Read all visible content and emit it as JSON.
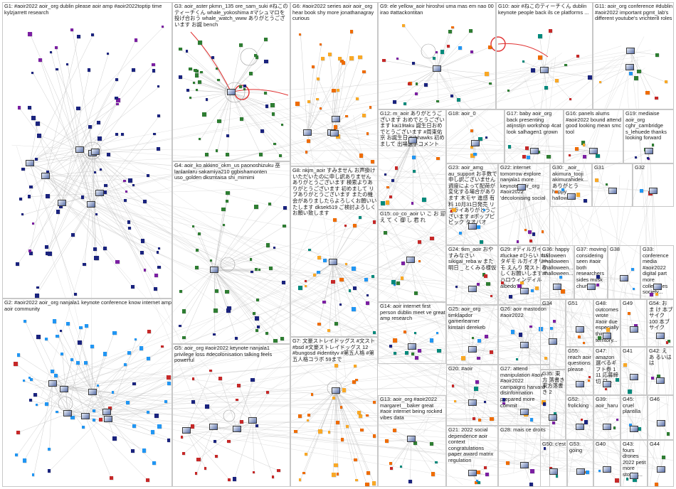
{
  "graph": {
    "colors": {
      "edge": "#b9b9b9",
      "highlight_edge": "#e03030",
      "cell_border": "#c8c8c8",
      "node_palette": [
        "#1a237e",
        "#2196f3",
        "#2e7d32",
        "#c62828",
        "#f9a825",
        "#7b1fa2",
        "#00897b",
        "#ef6c00"
      ]
    },
    "groups": [
      {
        "id": "G1",
        "label": "G1: #aoir2022 aoir_org dublin please aoir amp #aoir2022toptip time kylzjarrett research"
      },
      {
        "id": "G2",
        "label": "G2: #aoir2022 aoir_org nanjala1 keynote conference know internet amp aoir community"
      },
      {
        "id": "G3",
        "label": "G3: aoir_aster pkmn_135 ore_sam_suki #ねこのティーチくん whale_yokoshima #マシュマロを投げ合おう whale_watch_www ありがとうございます お誕 bench"
      },
      {
        "id": "G4",
        "label": "G4: aoir_ko akkino_okm_us paonoshizuku 巫 lanlanlaru sakamiya210 ggbishamonten uso_golden dksmtaisa shi_mimimi"
      },
      {
        "id": "G5",
        "label": "G5: aoir_org #aoir2022 keynote nanjala1 privilege loss #decolonisation talking feels powerful"
      },
      {
        "id": "G6",
        "label": "G6: #aoir2022 series aoir aoir_org hear book shy more jonathanagray curious"
      },
      {
        "id": "G7",
        "label": "G7: 文豪ストレイドッグス #文スト #bsd #文豪ストレイドッグス 12 #bungosd #identityv #第五人格 #第五人格コラボ 59まで"
      },
      {
        "id": "G8",
        "label": "G8: nkjm_aoir すみません お声掛けいただいたのに申し訳ありません ありがとうございます 検索よりありがとうございます 初めまして リプありがとうございます またの機会がありましたらよろしくお願いいたします dksek519 ご検討よろしくお願い致します"
      },
      {
        "id": "G9",
        "label": "G9: ele yellow_aoir hiroshxi uma mas em nao 00 irao #attackontitan"
      },
      {
        "id": "G10",
        "label": "G10: aoir #ねこのティーチくん dublin keynote people back ils ce platforms ..."
      },
      {
        "id": "G11",
        "label": "G11: aoir_org conference #dublin #aoir2022 important pgmt_lab's different youtube's vrichter8 roles"
      },
      {
        "id": "G12",
        "label": "G12: m_aoir ありがとうございます おめでとうございます kai19taku 誕生日おめでとうございます #周東佑京 お誕生日 #sbhawks 初めまして 出場選手コメント"
      },
      {
        "id": "G13",
        "label": "G13: aoir_org #aoir2022 margaret__baker great #aoir internet being rocked vibes data"
      },
      {
        "id": "G14",
        "label": "G14: aoir internet first person dublin meet ve great amp research"
      },
      {
        "id": "G15",
        "label": "G15: co_co_aoir い こ お 迎 え て く 御 し 君 れ"
      },
      {
        "id": "G16",
        "label": "G16: panels alums #aoir2022 bound attend good looking mean smc tool"
      },
      {
        "id": "G17",
        "label": "G17: baby aoir_org back presenting atijnstijn workshop 4cat look salhagen1 grown"
      },
      {
        "id": "G18",
        "label": "G18: aoir_0"
      },
      {
        "id": "G19",
        "label": "G19: mediaise aoir_org cghr_cambridge s_lehuede thanks looking forward"
      },
      {
        "id": "G20",
        "label": "G20: #aoir"
      },
      {
        "id": "G21",
        "label": "G21: 2022 social dependence aoir context congratulations paper award matrix regulation"
      },
      {
        "id": "G22",
        "label": "G22: internet tomorrow explore nanjala1 more keynote aoir_org #aoir2022 'decolonising social"
      },
      {
        "id": "G23",
        "label": "G23: aoir_amg au_support お手数で申し訳ございません 週度によって配荷が変化する場合があります 木モヤ 進感 有料 10月31日発売 リプライありがとうございます #ポップピピック タオバオ"
      },
      {
        "id": "G24",
        "label": "G24: tkm_aoir おやすみなさい sikigai_reba w また明日 _ とくみる様仮"
      },
      {
        "id": "G25",
        "label": "G25: aoir_org timklapdor gamerlearner kimtairi derekeb"
      },
      {
        "id": "G26",
        "label": "G26: aoir mastodon #aoir2022"
      },
      {
        "id": "G27",
        "label": "G27: attend manipulation #aoir #aoir2022 campaigns harvard disinformation prepared more commit"
      },
      {
        "id": "G28",
        "label": "G28: mais ce droits"
      },
      {
        "id": "G29",
        "label": "G29: #ディルガイ #luckae #ひらい #バタギモ ルガイオリーモ えんり 発スト ろしくお願いします #ハロウィンディル albedo's"
      },
      {
        "id": "G30",
        "label": "G30: _aoir_ akimura_tooji akimurahidek... ありがとう happy halloween"
      },
      {
        "id": "G31",
        "label": "G31"
      },
      {
        "id": "G32",
        "label": "G32"
      },
      {
        "id": "G33",
        "label": "G33: conference media #aoir2022 digital part more colleagues society..."
      },
      {
        "id": "G34",
        "label": "G34"
      },
      {
        "id": "G35",
        "label": "G35: 東方 落書き 東方落書き 2"
      },
      {
        "id": "G36",
        "label": "G36: happy halloween #halloween #halloween... #halloween..."
      },
      {
        "id": "G37",
        "label": "G37: moving considering seen #aoir both researchers sides musk chunk..."
      },
      {
        "id": "G38",
        "label": "G38"
      },
      {
        "id": "G39",
        "label": "G39: aoir_haru"
      },
      {
        "id": "G40",
        "label": "G40"
      },
      {
        "id": "G41",
        "label": "G41"
      },
      {
        "id": "G42",
        "label": "G42: え あ るいは は"
      },
      {
        "id": "G43",
        "label": "G43: fours drones 2022 petit more stories..."
      },
      {
        "id": "G44",
        "label": "G44"
      },
      {
        "id": "G45",
        "label": "G45: cruel plantilla"
      },
      {
        "id": "G46",
        "label": "G46"
      },
      {
        "id": "G47",
        "label": "G47: amazon 選べるギフト券 1 11 応募締切 日..."
      },
      {
        "id": "G48",
        "label": "G48: outcomes wrote #aoir due especially thing territory..."
      },
      {
        "id": "G49",
        "label": "G49"
      },
      {
        "id": "G50",
        "label": "G50: c'est"
      },
      {
        "id": "G51",
        "label": "G51"
      },
      {
        "id": "G52",
        "label": "G52: frolicking"
      },
      {
        "id": "G53",
        "label": "G53: going"
      },
      {
        "id": "G54",
        "label": "G54: お ま け 本ブサイク 100 本ブサイク"
      },
      {
        "id": "G55",
        "label": "G55: reach aoir questions please"
      }
    ]
  }
}
